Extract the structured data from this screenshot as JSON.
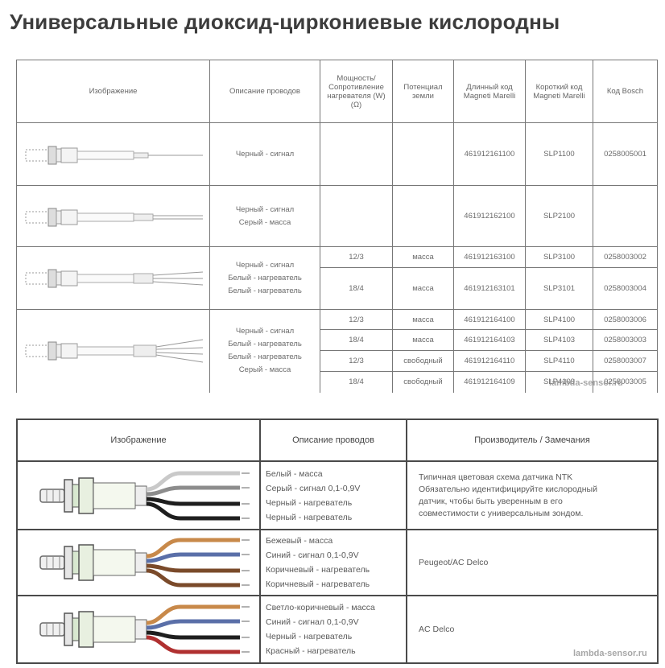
{
  "title": "Универсальные диоксид-циркониевые кислородны",
  "table1": {
    "headers": {
      "image": "Изображение",
      "wires": "Описание проводов",
      "power": "Мощность/ Сопротивление нагревателя (W)(Ω)",
      "potential": "Потенциал земли",
      "long_code": "Длинный код Magneti Marelli",
      "short_code": "Короткий код Magneti Marelli",
      "bosch": "Код Bosch"
    },
    "groups": [
      {
        "sensor_icon": "oxygen-sensor-1-wire",
        "wires": [
          "Черный - сигнал"
        ],
        "rows": [
          {
            "power": "",
            "potential": "",
            "long_code": "461912161100",
            "short_code": "SLP1100",
            "bosch": "0258005001"
          }
        ]
      },
      {
        "sensor_icon": "oxygen-sensor-2-wire",
        "wires": [
          "Черный - сигнал",
          "Серый - масса"
        ],
        "rows": [
          {
            "power": "",
            "potential": "",
            "long_code": "461912162100",
            "short_code": "SLP2100",
            "bosch": ""
          }
        ]
      },
      {
        "sensor_icon": "oxygen-sensor-3-wire",
        "wires": [
          "Черный - сигнал",
          "Белый - нагреватель",
          "Белый - нагреватель"
        ],
        "rows": [
          {
            "power": "12/3",
            "potential": "масса",
            "long_code": "461912163100",
            "short_code": "SLP3100",
            "bosch": "0258003002"
          },
          {
            "power": "18/4",
            "potential": "масса",
            "long_code": "461912163101",
            "short_code": "SLP3101",
            "bosch": "0258003004"
          }
        ]
      },
      {
        "sensor_icon": "oxygen-sensor-4-wire",
        "wires": [
          "Черный - сигнал",
          "Белый - нагреватель",
          "Белый - нагреватель",
          "Серый - масса"
        ],
        "rows": [
          {
            "power": "12/3",
            "potential": "масса",
            "long_code": "461912164100",
            "short_code": "SLP4100",
            "bosch": "0258003006"
          },
          {
            "power": "18/4",
            "potential": "масса",
            "long_code": "461912164103",
            "short_code": "SLP4103",
            "bosch": "0258003003"
          },
          {
            "power": "12/3",
            "potential": "свободный",
            "long_code": "461912164110",
            "short_code": "SLP4110",
            "bosch": "0258003007"
          },
          {
            "power": "18/4",
            "potential": "свободный",
            "long_code": "461912164109",
            "short_code": "SLP4109",
            "bosch": "0258003005"
          }
        ]
      }
    ],
    "watermark": "lambda-sensor.ru"
  },
  "table2": {
    "headers": {
      "image": "Изображение",
      "wires": "Описание проводов",
      "maker": "Производитель / Замечания"
    },
    "rows": [
      {
        "sensor_icon": "lambda-probe-white-grey-black",
        "wire_colors": [
          "#c9c9c9",
          "#8c8c8c",
          "#1e1e1e",
          "#1e1e1e"
        ],
        "wires": [
          "Белый - масса",
          "Серый - сигнал 0,1-0,9V",
          "Черный - нагреватель",
          "Черный - нагреватель"
        ],
        "maker_lines": [
          "Типичная цветовая схема датчика NTK",
          "Обязательно идентифицируйте кислородный",
          "датчик, чтобы быть уверенным в его",
          "совместимости с универсальным зондом."
        ]
      },
      {
        "sensor_icon": "lambda-probe-tan-blue-brown",
        "wire_colors": [
          "#c8894a",
          "#5a6fa8",
          "#7a4a2a",
          "#7a4a2a"
        ],
        "wires": [
          "Бежевый - масса",
          "Синий - сигнал 0,1-0,9V",
          "Коричневый - нагреватель",
          "Коричневый - нагреватель"
        ],
        "maker_lines": [
          "Peugeot/AC Delco"
        ]
      },
      {
        "sensor_icon": "lambda-probe-lightbrown-blue-black-red",
        "wire_colors": [
          "#c8894a",
          "#5a6fa8",
          "#1e1e1e",
          "#b03030"
        ],
        "wires": [
          "Светло-коричневый - масса",
          "Синий - сигнал 0,1-0,9V",
          "Черный - нагреватель",
          "Красный - нагреватель"
        ],
        "maker_lines": [
          "AC Delco"
        ]
      }
    ],
    "watermark": "lambda-sensor.ru"
  }
}
